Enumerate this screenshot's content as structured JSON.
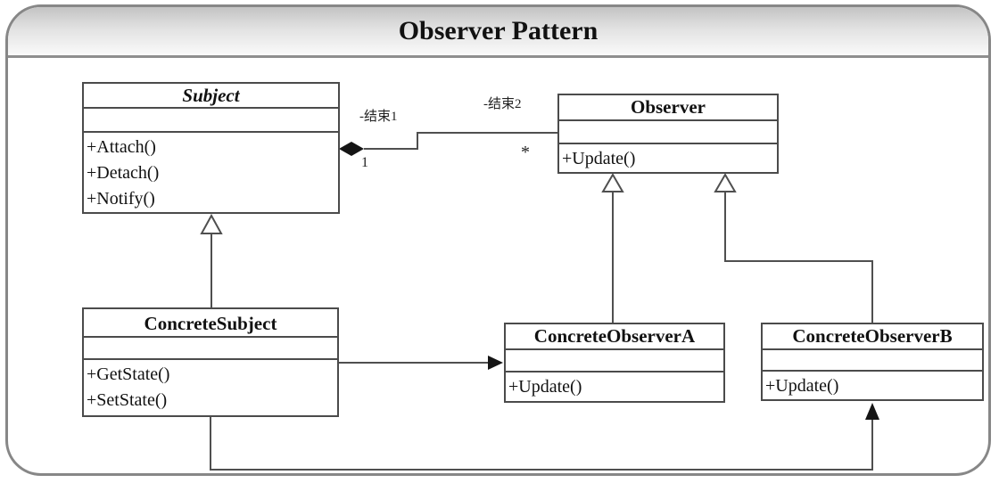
{
  "title": "Observer Pattern",
  "classes": {
    "subject": {
      "name": "Subject",
      "abstract": true,
      "attributes": [],
      "methods": [
        "+Attach()",
        "+Detach()",
        "+Notify()"
      ]
    },
    "observer": {
      "name": "Observer",
      "attributes": [],
      "methods": [
        "+Update()"
      ]
    },
    "concreteSubject": {
      "name": "ConcreteSubject",
      "attributes": [],
      "methods": [
        "+GetState()",
        "+SetState()"
      ]
    },
    "concreteObserverA": {
      "name": "ConcreteObserverA",
      "attributes": [],
      "methods": [
        "+Update()"
      ]
    },
    "concreteObserverB": {
      "name": "ConcreteObserverB",
      "attributes": [],
      "methods": [
        "+Update()"
      ]
    }
  },
  "association": {
    "end1_label": "-结束1",
    "end1_multiplicity": "1",
    "end2_label": "-结束2",
    "end2_multiplicity": "*"
  },
  "relationships": [
    {
      "type": "aggregation",
      "from": "Subject",
      "to": "Observer"
    },
    {
      "type": "generalization",
      "from": "ConcreteSubject",
      "to": "Subject"
    },
    {
      "type": "generalization",
      "from": "ConcreteObserverA",
      "to": "Observer"
    },
    {
      "type": "generalization",
      "from": "ConcreteObserverB",
      "to": "Observer"
    },
    {
      "type": "association",
      "from": "ConcreteSubject",
      "to": "ConcreteObserverA"
    },
    {
      "type": "association",
      "from": "ConcreteSubject",
      "to": "ConcreteObserverB"
    }
  ],
  "colors": {
    "frame_border": "#878787",
    "titlebar_gradient_top": "#c3c3c3",
    "titlebar_gradient_bottom": "#fafafa",
    "box_border": "#4b4b4b",
    "edge_line": "#4f4f4f",
    "text": "#111111"
  }
}
